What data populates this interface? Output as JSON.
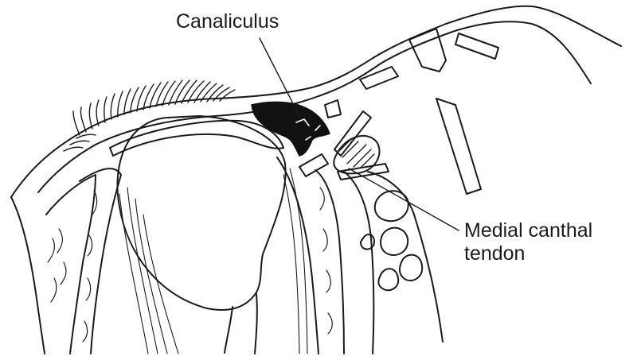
{
  "labels": {
    "canaliculus": "Canaliculus",
    "medial_canthal_tendon_line1": "Medial canthal",
    "medial_canthal_tendon_line2": "tendon"
  },
  "colors": {
    "ink": "#1a1a1a",
    "fill_black": "#111111",
    "background": "#ffffff"
  }
}
